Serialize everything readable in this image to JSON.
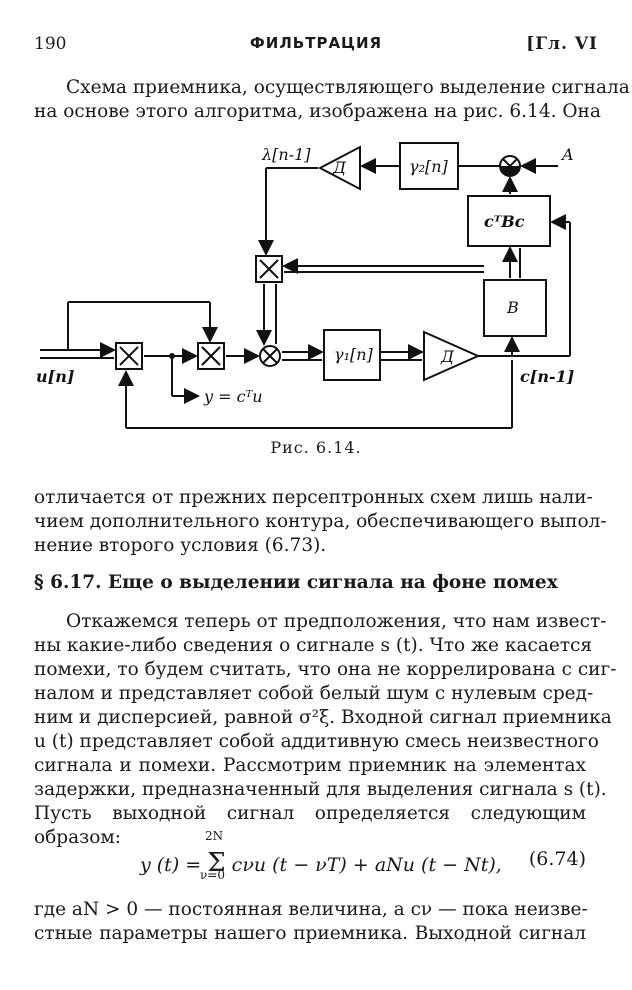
{
  "header": {
    "page": "190",
    "title": "ФИЛЬТРАЦИЯ",
    "chapter": "[Гл. VI"
  },
  "intro": [
    "Схема приемника, осуществляющего выделение сигнала",
    "на основе этого алгоритма, изображена на рис. 6.14. Она"
  ],
  "figure": {
    "caption": "Рис. 6.14.",
    "labels": {
      "lambda": "λ[n-1]",
      "d_top": "Д",
      "gamma2": "γ₂[n]",
      "a": "A",
      "ctbc": "cᵀBc",
      "b": "B",
      "gamma1": "γ₁[n]",
      "d_bot": "Д",
      "u": "u[n]",
      "y": "y = cᵀu",
      "c": "c[n-1]"
    }
  },
  "after_fig": [
    "отличается от прежних персептронных схем лишь нали-",
    "чием дополнительного контура, обеспечивающего выпол-",
    "нение второго условия (6.73)."
  ],
  "section_title": "§ 6.17. Еще о выделении сигнала на фоне помех",
  "body": [
    "Откажемся теперь от предположения, что нам извест-",
    "ны какие-либо сведения о сигнале s (t). Что же касается",
    "помехи, то будем считать, что она не коррелирована с сиг-",
    "налом и представляет собой белый шум с нулевым сред-",
    "ним и дисперсией, равной σ²ξ. Входной сигнал приемника",
    "u (t) представляет собой аддитивную смесь неизвестного",
    "сигнала и помехи. Рассмотрим приемник на элементах",
    "задержки, предназначенный для выделения сигнала s (t).",
    "Пусть выходной сигнал определяется следующим",
    "образом:"
  ],
  "equation": {
    "lhs": "y (t) = ",
    "sum": "Σ",
    "sum_top": "2N",
    "sum_bottom": "ν=0",
    "rhs": "cνu (t − νT) + aNu (t − Nt),",
    "number": "(6.74)"
  },
  "tail": [
    "где aN > 0 — постоянная величина, а cν — пока неизве-",
    "стные параметры нашего приемника. Выходной сигнал"
  ]
}
